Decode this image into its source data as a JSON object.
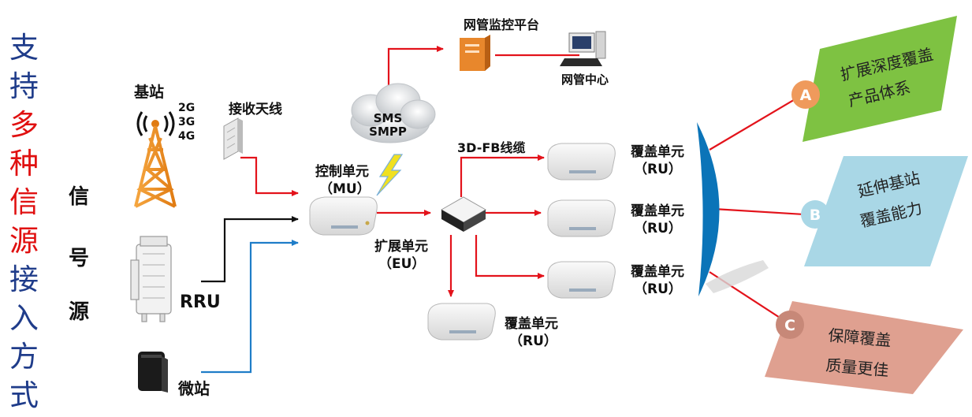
{
  "title": {
    "chars": [
      "支",
      "持",
      "多",
      "种",
      "信",
      "源",
      "接",
      "入",
      "方",
      "式"
    ],
    "colors": [
      "#1f3c8a",
      "#1f3c8a",
      "#e01010",
      "#e01010",
      "#e01010",
      "#e01010",
      "#1f3c8a",
      "#1f3c8a",
      "#1f3c8a",
      "#1f3c8a"
    ]
  },
  "signal_source": {
    "chars": [
      "信",
      "号",
      "源"
    ]
  },
  "base_station": {
    "label": "基站",
    "bands": [
      "2G",
      "3G",
      "4G"
    ]
  },
  "receive_antenna": {
    "label": "接收天线"
  },
  "rru": {
    "label": "RRU"
  },
  "micro_station": {
    "label": "微站"
  },
  "cloud": {
    "line1": "SMS",
    "line2": "SMPP"
  },
  "nms_platform": {
    "label": "网管监控平台"
  },
  "nms_center": {
    "label": "网管中心"
  },
  "mu": {
    "line1": "控制单元",
    "line2": "（MU）"
  },
  "eu": {
    "line1": "扩展单元",
    "line2": "（EU）"
  },
  "cable": {
    "label": "3D-FB线缆"
  },
  "ru_units": [
    {
      "line1": "覆盖单元",
      "line2": "（RU）"
    },
    {
      "line1": "覆盖单元",
      "line2": "（RU）"
    },
    {
      "line1": "覆盖单元",
      "line2": "（RU）"
    },
    {
      "line1": "覆盖单元",
      "line2": "（RU）"
    }
  ],
  "benefits": [
    {
      "letter": "A",
      "line1": "扩展深度覆盖",
      "line2": "产品体系",
      "panel_color": "#7ec242",
      "badge_color": "#ef9a5c"
    },
    {
      "letter": "B",
      "line1": "延伸基站",
      "line2": "覆盖能力",
      "panel_color": "#a9d7e6",
      "badge_color": "#a9d7e6"
    },
    {
      "letter": "C",
      "line1": "保障覆盖",
      "line2": "质量更佳",
      "panel_color": "#dfa090",
      "badge_color": "#c78878"
    }
  ],
  "colors": {
    "red_line": "#e3131b",
    "blue_line": "#1f7dc8",
    "black_line": "#111111",
    "lens": "#0b74b8"
  }
}
